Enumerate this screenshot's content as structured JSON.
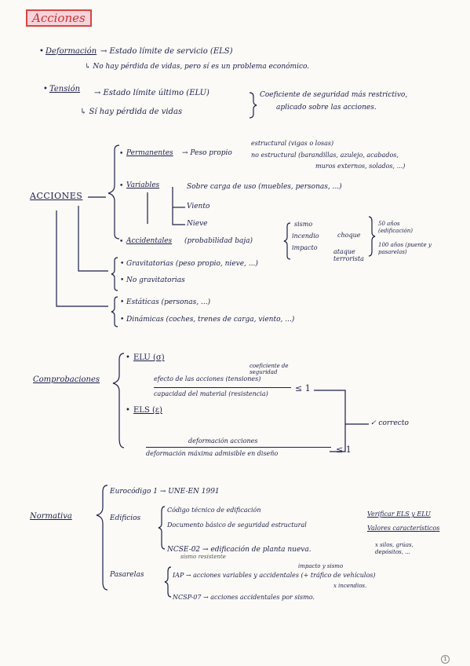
{
  "title": "Acciones",
  "deformacion": {
    "term": "Deformación",
    "line1": "→ Estado límite de servicio (ELS)",
    "line2": "↳ No hay pérdida de vidas, pero sí es un problema económico."
  },
  "tension": {
    "term": "Tensión",
    "line1": "→ Estado límite último (ELU)",
    "line2": "↳ Sí hay pérdida de vidas",
    "note1": "Coeficiente de seguridad más restrictivo,",
    "note2": "aplicado sobre las acciones."
  },
  "acciones": {
    "label": "ACCIONES",
    "permanentes": {
      "term": "Permanentes",
      "arrow": "→ Peso propio",
      "b1": "estructural (vigas o losas)",
      "b2": "no estructural (barandillas, azulejo, acabados,",
      "b3": "muros externos, solados, ...)"
    },
    "variables": {
      "term": "Variables",
      "i1": "Sobre carga de uso (muebles, personas, ...)",
      "i2": "Viento",
      "i3": "Nieve"
    },
    "accidentales": {
      "term": "Accidentales",
      "paren": "(probabilidad baja)",
      "c1": "sismo",
      "c2": "incendio",
      "c3": "impacto",
      "d1": "choque",
      "d2": "ataque terrorista",
      "e1": "50 años (edificación)",
      "e2": "100 años (puente y pasarelas)"
    },
    "g1": "Gravitatorias (peso propio, nieve, ...)",
    "g2": "No gravitatorias",
    "h1": "Estáticas (personas, ...)",
    "h2": "Dinámicas (coches, trenes de carga, viento, ...)"
  },
  "comprobaciones": {
    "label": "Comprobaciones",
    "elu": "ELU (σ)",
    "elu_num": "efecto de las acciones (tensiones)",
    "elu_note": "coeficiente de seguridad",
    "elu_den": "capacidad del material (resistencia)",
    "leq1": "≤ 1",
    "els": "ELS (ε)",
    "els_num": "deformación acciones",
    "els_den": "deformación máxima admisible en diseño",
    "leq2": "≤ 1",
    "result": "✓ correcto"
  },
  "normativa": {
    "label": "Normativa",
    "euro": "Eurocódigo 1 → UNE-EN 1991",
    "edificios": "Edificios",
    "e1": "Código técnico de edificación",
    "e2": "Documento básico de seguridad estructural",
    "r1": "Verificar ELS y ELU",
    "r2": "Valores característicos",
    "r3": "x silos, grúas, depósitos, ...",
    "sismo_tag": "sismo resistente",
    "e3": "NCSE-02 → edificación de planta nueva.",
    "pasarelas": "Pasarelas",
    "p1": "IAP → acciones variables y accidentales (+ tráfico de vehículos)",
    "p1a": "impacto y sismo",
    "p1b": "x incendios.",
    "p2": "NCSP-07 → acciones accidentales por sismo."
  },
  "page_number": "1"
}
